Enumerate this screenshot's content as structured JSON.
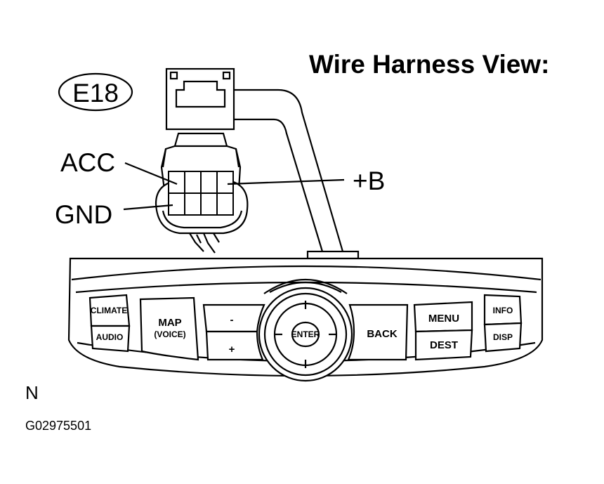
{
  "header": {
    "title": "Wire Harness View:"
  },
  "connector": {
    "id_label": "E18",
    "pins": {
      "acc": "ACC",
      "gnd": "GND",
      "plus_b": "+B"
    }
  },
  "panel": {
    "buttons": {
      "climate": "CLIMATE",
      "audio": "AUDIO",
      "map": "MAP",
      "voice": "(VOICE)",
      "minus": "-",
      "plus": "+",
      "enter": "ENTER",
      "back": "BACK",
      "menu": "MENU",
      "dest": "DEST",
      "info": "INFO",
      "disp": "DISP"
    }
  },
  "footer": {
    "marker": "N",
    "figure_code": "G02975501"
  },
  "colors": {
    "line": "#000000",
    "background": "#ffffff"
  }
}
